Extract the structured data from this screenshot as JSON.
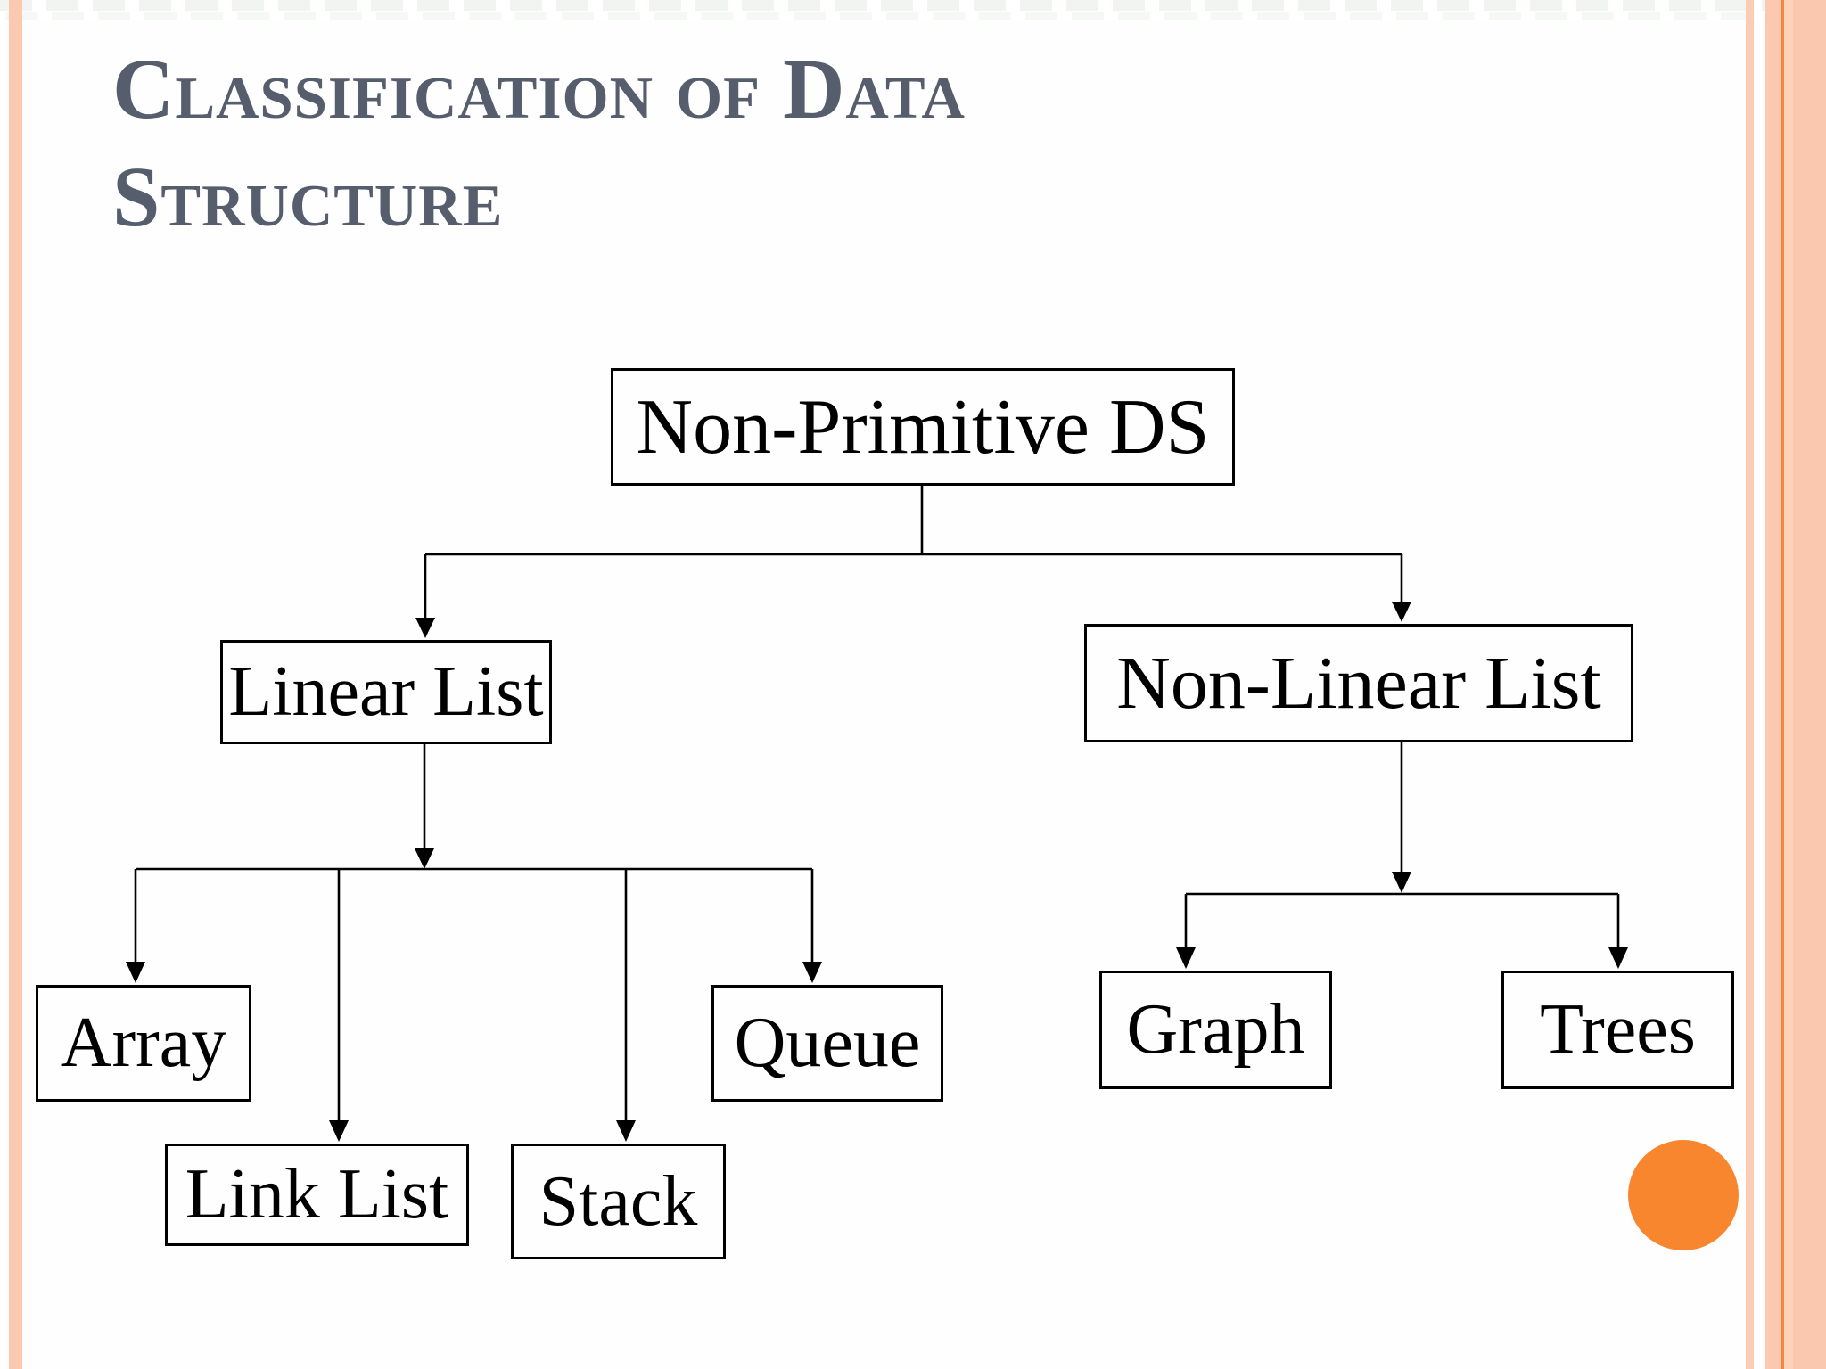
{
  "slide": {
    "title": {
      "line1": "Classification of Data",
      "line2": "Structure"
    }
  },
  "diagram": {
    "type": "tree",
    "nodes": {
      "non_primitive": "Non-Primitive DS",
      "linear": "Linear List",
      "non_linear": "Non-Linear List",
      "array": "Array",
      "link_list": "Link List",
      "stack": "Stack",
      "queue": "Queue",
      "graph": "Graph",
      "trees": "Trees"
    },
    "edges": [
      [
        "Non-Primitive DS",
        "Linear List"
      ],
      [
        "Non-Primitive DS",
        "Non-Linear List"
      ],
      [
        "Linear List",
        "Array"
      ],
      [
        "Linear List",
        "Link List"
      ],
      [
        "Linear List",
        "Stack"
      ],
      [
        "Linear List",
        "Queue"
      ],
      [
        "Non-Linear List",
        "Graph"
      ],
      [
        "Non-Linear List",
        "Trees"
      ]
    ]
  },
  "colors": {
    "title_text": "#565d6d",
    "node_border": "#000000",
    "connector_line": "#000000",
    "stripe_peach": "#fbc9af",
    "stripe_orange_line": "#f08a3c",
    "circle_orange": "#f8862f",
    "background": "#fefefe"
  }
}
